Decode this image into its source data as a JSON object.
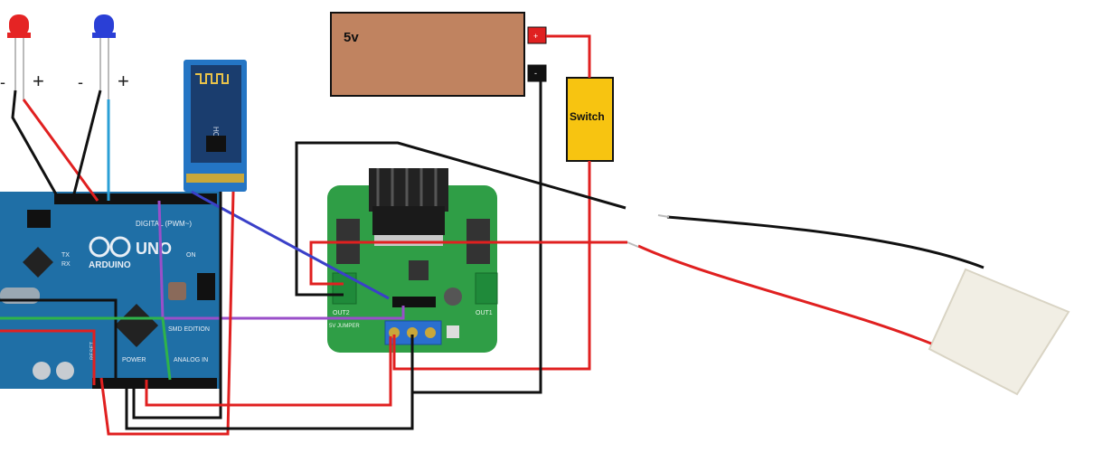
{
  "battery": {
    "label": "5v",
    "plus": "+",
    "minus": "-"
  },
  "switch": {
    "label": "Switch"
  },
  "leds": [
    {
      "color": "#e52424",
      "minus": "-",
      "plus": "+"
    },
    {
      "color": "#2a3fd6",
      "minus": "-",
      "plus": "+"
    }
  ],
  "bluetooth": {
    "model": "HC-05"
  },
  "arduino": {
    "brand": "ARDUINO",
    "model": "UNO",
    "digital_label": "DIGITAL (PWM~)",
    "analog_label": "ANALOG IN",
    "power_label": "POWER",
    "on_label": "ON",
    "tx_label": "TX",
    "rx_label": "RX",
    "smd_label": "SMD EDITION",
    "reset_label": "RESET"
  },
  "motor_driver": {
    "out1": "OUT1",
    "out2": "OUT2",
    "jumper": "5V JUMPER"
  },
  "colors": {
    "red_wire": "#e02020",
    "black_wire": "#111111",
    "blue_wire": "#3a40c8",
    "purple_wire": "#9a4fc9",
    "cyan_wire": "#2a9fd6",
    "green_wire": "#2fb34a",
    "battery_fill": "#c08360",
    "switch_fill": "#f7c411",
    "arduino_blue": "#1f6fa6",
    "pcb_green": "#2f9e46",
    "peltier": "#f1eee4"
  }
}
